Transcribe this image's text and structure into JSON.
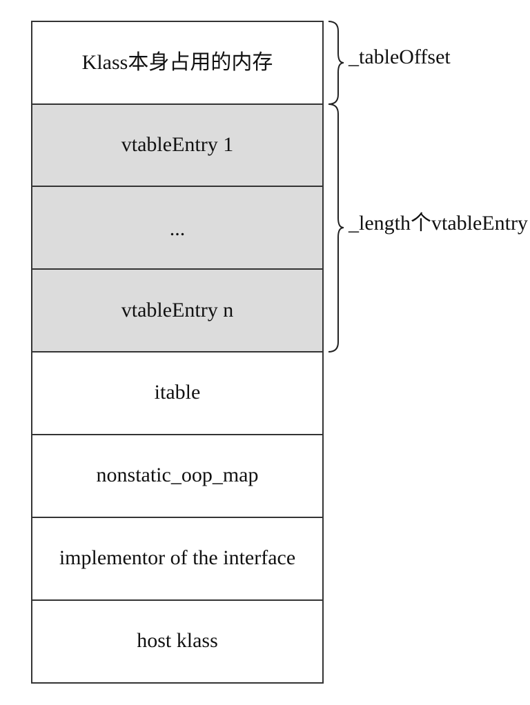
{
  "cells": [
    {
      "label": "Klass本身占用的内存",
      "shaded": false
    },
    {
      "label": "vtableEntry 1",
      "shaded": true
    },
    {
      "label": "...",
      "shaded": true
    },
    {
      "label": "vtableEntry n",
      "shaded": true
    },
    {
      "label": "itable",
      "shaded": false
    },
    {
      "label": "nonstatic_oop_map",
      "shaded": false
    },
    {
      "label": "implementor of the interface",
      "shaded": false
    },
    {
      "label": "host klass",
      "shaded": false
    }
  ],
  "annotations": {
    "table_offset": "_tableOffset",
    "vtable_length": "_length个vtableEntry"
  },
  "colors": {
    "shaded_fill": "#dcdcdc",
    "plain_fill": "#ffffff",
    "border": "#333333"
  }
}
